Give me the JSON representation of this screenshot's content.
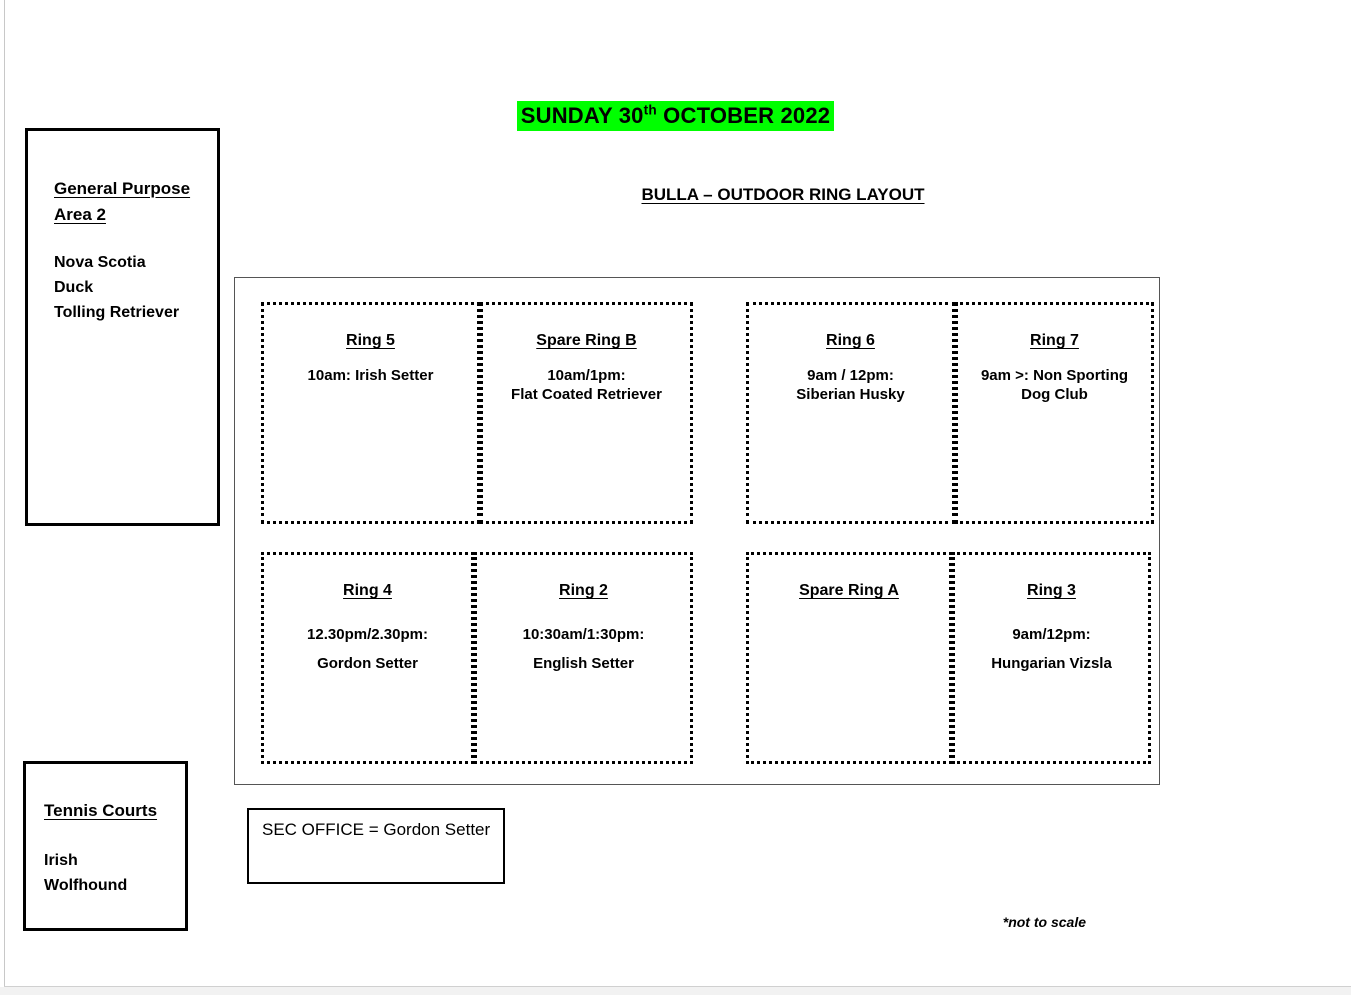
{
  "header": {
    "title_main": "SUNDAY 30",
    "title_sup": "th",
    "title_rest": " OCTOBER 2022",
    "subtitle": "BULLA – OUTDOOR RING LAYOUT",
    "highlight_color": "#00ff00"
  },
  "side_boxes": [
    {
      "name": "general-purpose-area-2",
      "title_line1": "General Purpose",
      "title_line2": "Area 2",
      "body_line1": "Nova Scotia",
      "body_line2": "Duck",
      "body_line3": "Tolling Retriever"
    },
    {
      "name": "tennis-courts",
      "title": "Tennis Courts",
      "body_line1": "Irish",
      "body_line2": "Wolfhound"
    }
  ],
  "rings": {
    "top_left": [
      {
        "label": "Ring 5",
        "detail_line1": "10am: Irish Setter",
        "detail_line2": ""
      },
      {
        "label": "Spare Ring B",
        "detail_line1": "10am/1pm:",
        "detail_line2": "Flat Coated Retriever"
      }
    ],
    "top_right": [
      {
        "label": "Ring 6",
        "detail_line1": "9am / 12pm:",
        "detail_line2": "Siberian Husky"
      },
      {
        "label": "Ring 7",
        "detail_line1": "9am >: Non Sporting",
        "detail_line2": "Dog Club"
      }
    ],
    "bottom_left": [
      {
        "label": "Ring 4",
        "detail_line1": "12.30pm/2.30pm:",
        "detail_line2": "Gordon Setter"
      },
      {
        "label": "Ring 2",
        "detail_line1": "10:30am/1:30pm:",
        "detail_line2": "English Setter"
      }
    ],
    "bottom_right": [
      {
        "label": "Spare Ring A",
        "detail_line1": "",
        "detail_line2": ""
      },
      {
        "label": "Ring 3",
        "detail_line1": "9am/12pm:",
        "detail_line2": "Hungarian Vizsla"
      }
    ]
  },
  "sec_office": {
    "text": "SEC OFFICE = Gordon Setter"
  },
  "footnote": {
    "text": "*not to scale"
  }
}
